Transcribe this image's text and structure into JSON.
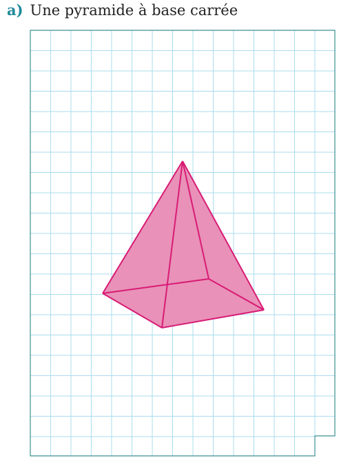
{
  "question": {
    "letter": "a)",
    "title": "Une pyramide à base carrée"
  },
  "colors": {
    "question_letter": "#1f8a9a",
    "grid_lines": "#a9dcee",
    "grid_border": "#3c8f92",
    "pyramid_fill": "#e991b8",
    "pyramid_edges": "#d81b75"
  },
  "figure": {
    "subject": "square-based pyramid",
    "hidden_edges_shown": true
  }
}
